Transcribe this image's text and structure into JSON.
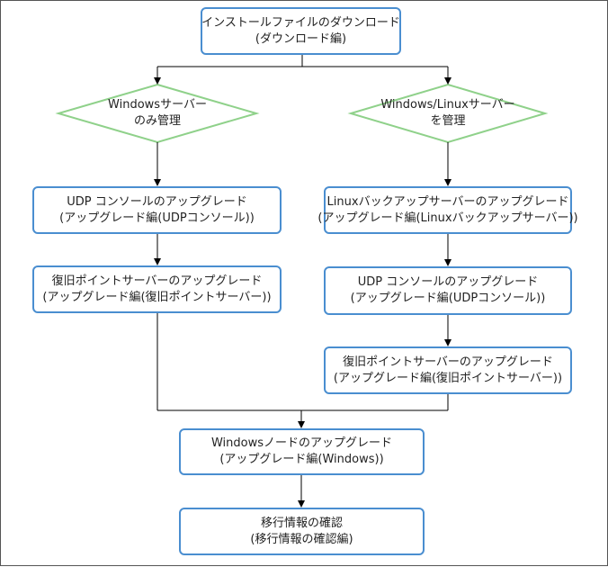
{
  "nodes": {
    "download": {
      "line1": "インストールファイルのダウンロード",
      "line2": "(ダウンロード編)"
    },
    "decision_windows": {
      "line1": "Windowsサーバー",
      "line2": "のみ管理"
    },
    "decision_linux": {
      "line1": "Windows/Linuxサーバー",
      "line2": "を管理"
    },
    "left_udp": {
      "line1": "UDP コンソールのアップグレード",
      "line2": "(アップグレード編(UDPコンソール))"
    },
    "left_rps": {
      "line1": "復旧ポイントサーバーのアップグレード",
      "line2": "(アップグレード編(復旧ポイントサーバー))"
    },
    "right_linux_backup": {
      "line1": "Linuxバックアップサーバーのアップグレード",
      "line2": "(アップグレード編(Linuxバックアップサーバー))"
    },
    "right_udp": {
      "line1": "UDP コンソールのアップグレード",
      "line2": "(アップグレード編(UDPコンソール))"
    },
    "right_rps": {
      "line1": "復旧ポイントサーバーのアップグレード",
      "line2": "(アップグレード編(復旧ポイントサーバー))"
    },
    "windows_node": {
      "line1": "Windowsノードのアップグレード",
      "line2": "(アップグレード編(Windows))"
    },
    "migration": {
      "line1": "移行情報の確認",
      "line2": "(移行情報の確認編)"
    }
  },
  "colors": {
    "box_border": "#4a8ed0",
    "diamond_border": "#8fd18a",
    "line": "#000000"
  }
}
